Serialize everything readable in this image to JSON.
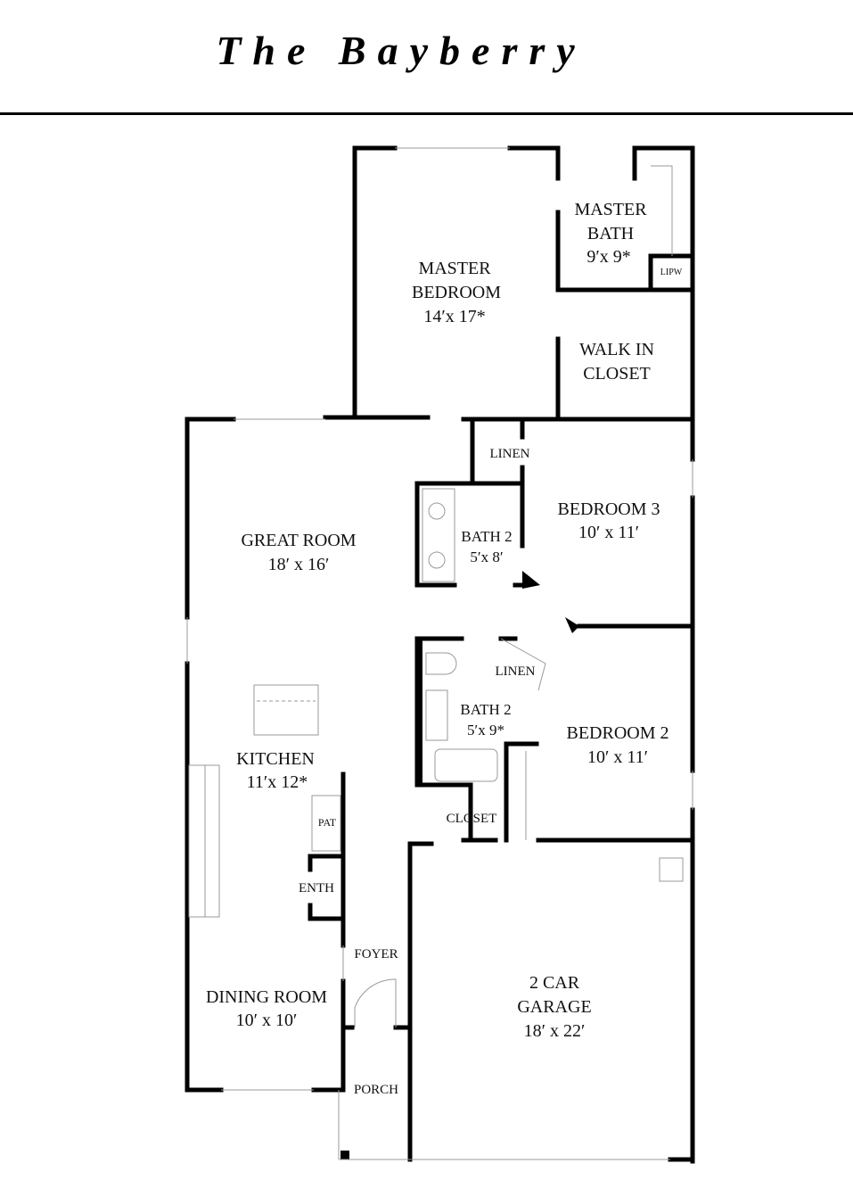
{
  "title": "The Bayberry",
  "rooms": {
    "master_bedroom": {
      "name_line1": "MASTER",
      "name_line2": "BEDROOM",
      "size": "14′x 17*"
    },
    "master_bath": {
      "name_line1": "MASTER",
      "name_line2": "BATH",
      "size": "9′x 9*"
    },
    "linen_wc": {
      "name": "LIPW"
    },
    "walk_in_closet": {
      "name_line1": "WALK IN",
      "name_line2": "CLOSET"
    },
    "linen_upper": {
      "name": "LINEN"
    },
    "bedroom3": {
      "name": "BEDROOM 3",
      "size": "10′ x 11′"
    },
    "bath2_upper": {
      "name": "BATH 2",
      "size": "5′x 8′"
    },
    "great_room": {
      "name": "GREAT ROOM",
      "size": "18′ x 16′"
    },
    "linen_lower": {
      "name": "LINEN"
    },
    "bath2_lower": {
      "name": "BATH 2",
      "size": "5′x 9*"
    },
    "bedroom2": {
      "name": "BEDROOM 2",
      "size": "10′ x 11′"
    },
    "kitchen": {
      "name": "KITCHEN",
      "size": "11′x 12*"
    },
    "pantry": {
      "name": "PAT"
    },
    "closet": {
      "name": "CLOSET"
    },
    "enth": {
      "name": "ENTH"
    },
    "foyer": {
      "name": "FOYER"
    },
    "dining_room": {
      "name": "DINING ROOM",
      "size": "10′ x 10′"
    },
    "garage": {
      "name_line1": "2 CAR",
      "name_line2": "GARAGE",
      "size": "18′ x 22′"
    },
    "porch": {
      "name": "PORCH"
    }
  }
}
